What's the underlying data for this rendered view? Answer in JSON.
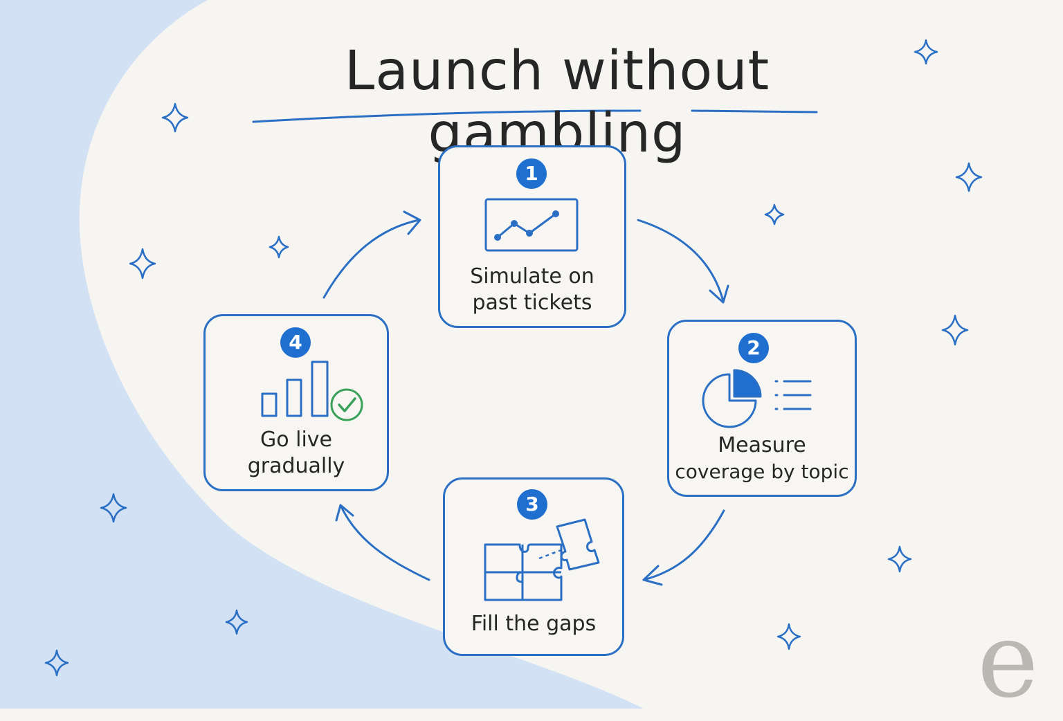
{
  "title": "Launch without gambling",
  "steps": [
    {
      "number": "1",
      "line1": "Simulate on",
      "line2": "past tickets",
      "icon": "line-chart-icon"
    },
    {
      "number": "2",
      "line1": "Measure",
      "line2": "coverage by topic",
      "icon": "pie-chart-list-icon"
    },
    {
      "number": "3",
      "line1": "Fill the gaps",
      "line2": "",
      "icon": "puzzle-icon"
    },
    {
      "number": "4",
      "line1": "Go live",
      "line2": "gradually",
      "icon": "bar-chart-check-icon"
    }
  ],
  "logo": "e",
  "colors": {
    "accent": "#2a6fc4",
    "badge": "#1f6fd0",
    "check": "#3aa05a",
    "background": "#f6f5f1",
    "swoosh": "#d2e1f3"
  }
}
